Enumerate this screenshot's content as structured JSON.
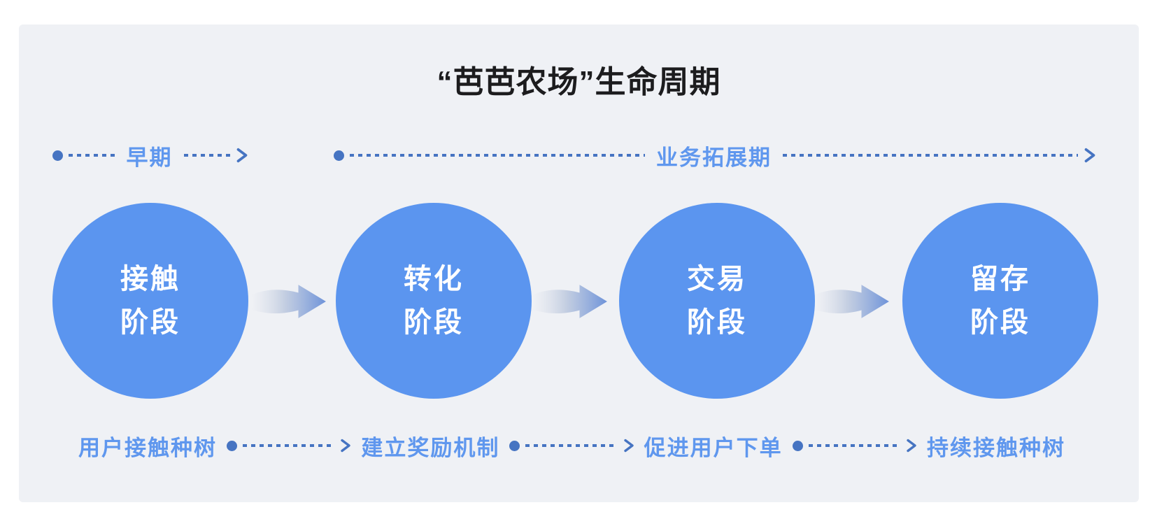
{
  "title": "“芭芭农场”生命周期",
  "timeline": {
    "early_label": "早期",
    "expansion_label": "业务拓展期"
  },
  "stages": [
    {
      "line1": "接触",
      "line2": "阶段"
    },
    {
      "line1": "转化",
      "line2": "阶段"
    },
    {
      "line1": "交易",
      "line2": "阶段"
    },
    {
      "line1": "留存",
      "line2": "阶段"
    }
  ],
  "bottom_flow": {
    "steps": [
      "用户接触种树",
      "建立奖励机制",
      "促进用户下单",
      "持续接触种树"
    ]
  },
  "colors": {
    "circle_fill": "#5B95EF",
    "label_blue": "#5F97EE",
    "connector_blue": "#4674C2",
    "card_background": "#EFF1F5",
    "title_color": "#1C1C1E",
    "arrow_gradient_end": "#6E93D9"
  }
}
